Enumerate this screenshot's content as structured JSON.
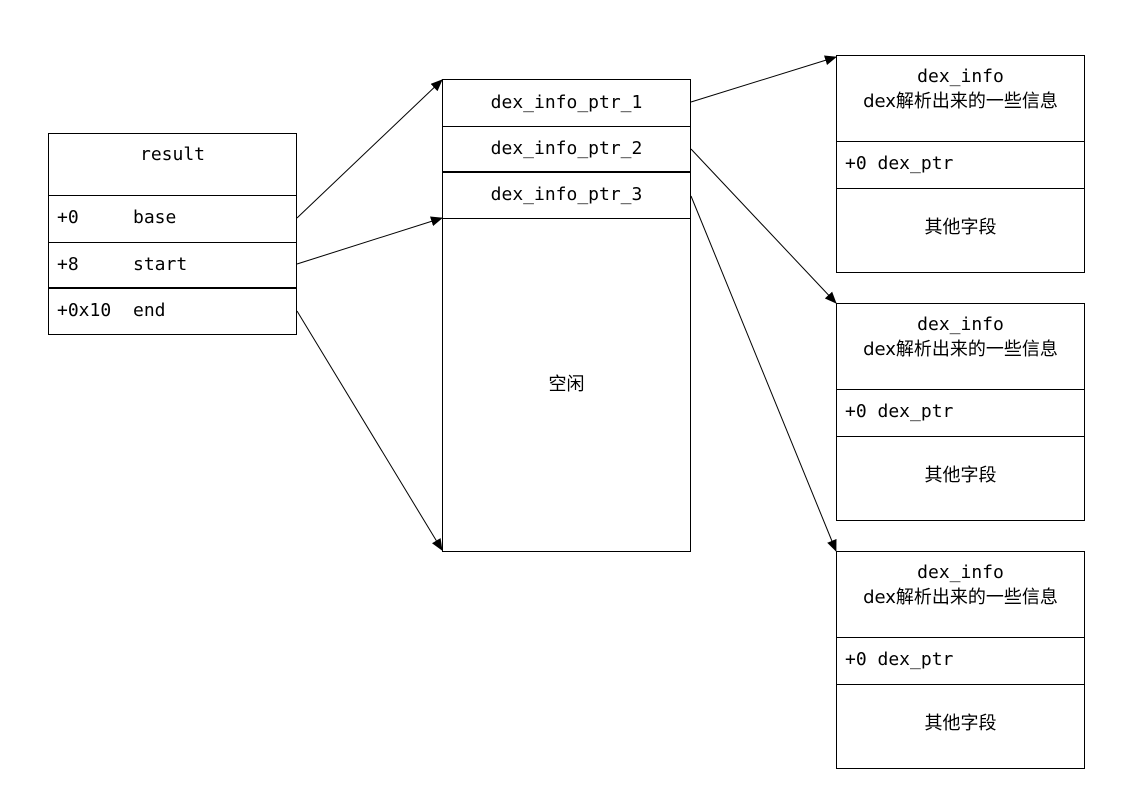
{
  "result": {
    "title": "result",
    "fields": [
      {
        "offset": "+0",
        "name": "base"
      },
      {
        "offset": "+8",
        "name": "start"
      },
      {
        "offset": "+0x10",
        "name": "end"
      }
    ]
  },
  "ptr_table": {
    "entries": [
      "dex_info_ptr_1",
      "dex_info_ptr_2",
      "dex_info_ptr_3"
    ],
    "free_label": "空闲"
  },
  "dex_infos": [
    {
      "title": "dex_info",
      "subtitle": "dex解析出来的一些信息",
      "field": "+0 dex_ptr",
      "other": "其他字段"
    },
    {
      "title": "dex_info",
      "subtitle": "dex解析出来的一些信息",
      "field": "+0 dex_ptr",
      "other": "其他字段"
    },
    {
      "title": "dex_info",
      "subtitle": "dex解析出来的一些信息",
      "field": "+0 dex_ptr",
      "other": "其他字段"
    }
  ]
}
